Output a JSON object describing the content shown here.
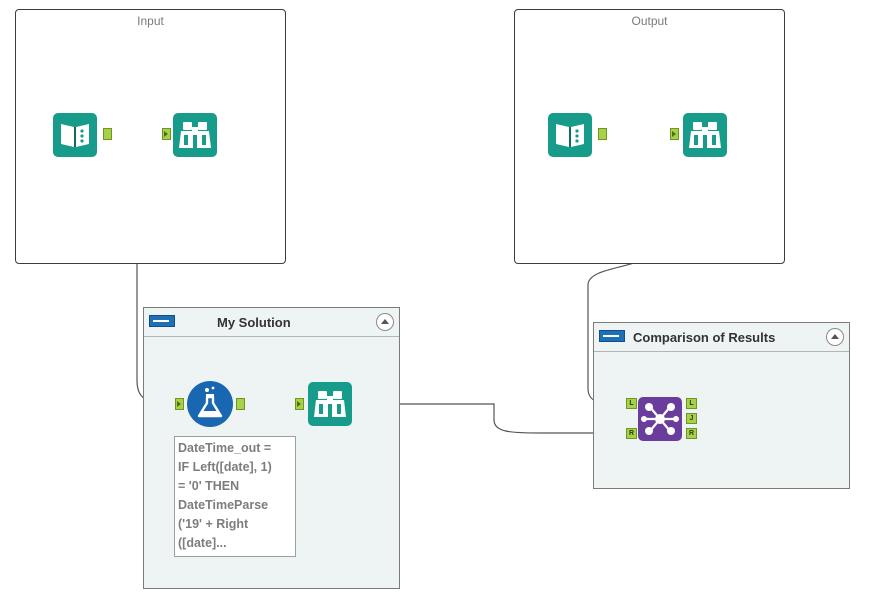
{
  "containers": {
    "input": {
      "title": "Input"
    },
    "output": {
      "title": "Output"
    },
    "my_solution": {
      "title": "My Solution"
    },
    "comparison": {
      "title": "Comparison of Results"
    }
  },
  "annotation": {
    "formula_text": "DateTime_out =\nIF Left([date], 1)\n= '0' THEN\nDateTimeParse\n('19' +  Right\n([date]..."
  },
  "join_anchors": {
    "left_in": "L",
    "right_in": "R",
    "left_out": "L",
    "join_out": "J",
    "right_out": "R"
  },
  "colors": {
    "tool_teal": "#179b8a",
    "formula_blue": "#1967b1",
    "join_purple": "#6a3c9c",
    "anchor_green": "#a8d14a"
  },
  "icons": {
    "input_tool": "book-icon",
    "browse_tool": "binoculars-icon",
    "formula_tool": "flask-icon",
    "join_tool": "join-network-icon"
  }
}
